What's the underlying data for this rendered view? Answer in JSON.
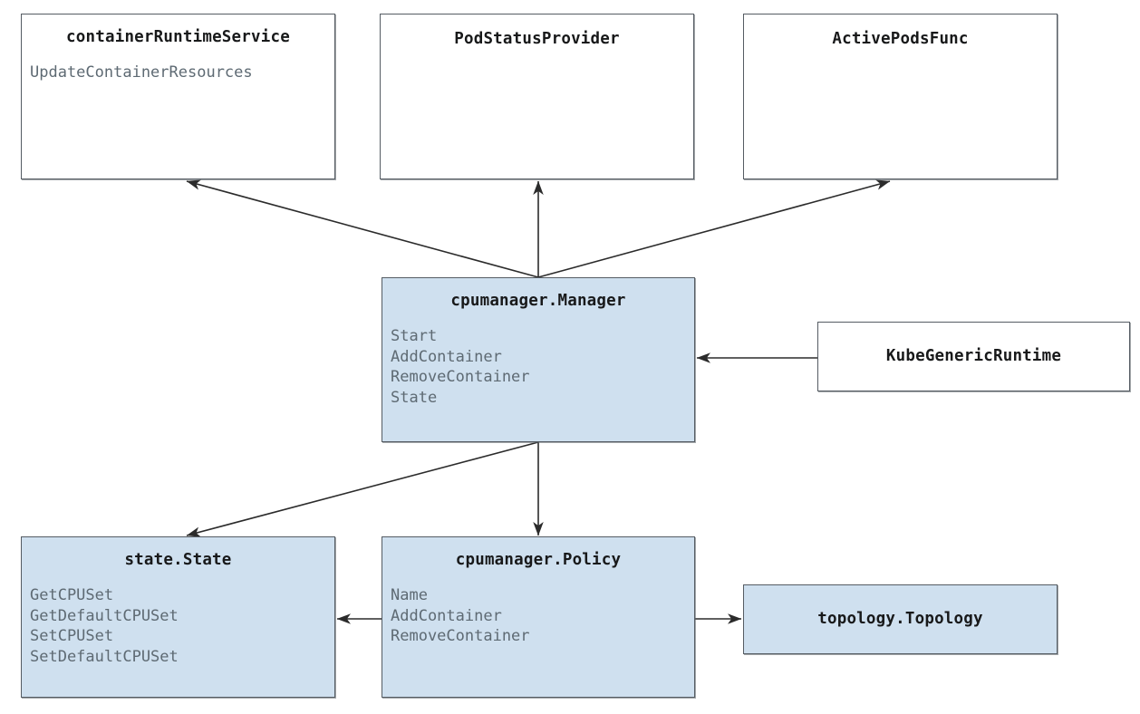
{
  "diagram": {
    "title_hidden": "",
    "colors": {
      "node_fill_plain": "#ffffff",
      "node_fill_highlight": "#cfe0ef",
      "node_border": "#555c63",
      "title_text": "#18191a",
      "method_text": "#5e6a73",
      "arrow": "#2b2b2b",
      "background": "#ffffff"
    },
    "nodes": [
      {
        "id": "containerRuntimeService",
        "title": "containerRuntimeService",
        "methods": [
          "UpdateContainerResources"
        ],
        "filled": false
      },
      {
        "id": "podStatusProvider",
        "title": "PodStatusProvider",
        "methods": [],
        "filled": false
      },
      {
        "id": "activePodsFunc",
        "title": "ActivePodsFunc",
        "methods": [],
        "filled": false
      },
      {
        "id": "cpumanagerManager",
        "title": "cpumanager.Manager",
        "methods": [
          "Start",
          "AddContainer",
          "RemoveContainer",
          "State"
        ],
        "filled": true
      },
      {
        "id": "kubeGenericRuntime",
        "title": "KubeGenericRuntime",
        "methods": [],
        "filled": false
      },
      {
        "id": "stateState",
        "title": "state.State",
        "methods": [
          "GetCPUSet",
          "GetDefaultCPUSet",
          "SetCPUSet",
          "SetDefaultCPUSet"
        ],
        "filled": true
      },
      {
        "id": "cpumanagerPolicy",
        "title": "cpumanager.Policy",
        "methods": [
          "Name",
          "AddContainer",
          "RemoveContainer"
        ],
        "filled": true
      },
      {
        "id": "topologyTopology",
        "title": "topology.Topology",
        "methods": [],
        "filled": true
      }
    ],
    "edges": [
      {
        "from": "cpumanagerManager",
        "to": "containerRuntimeService",
        "kind": "dependency-arrow"
      },
      {
        "from": "cpumanagerManager",
        "to": "podStatusProvider",
        "kind": "dependency-arrow"
      },
      {
        "from": "cpumanagerManager",
        "to": "activePodsFunc",
        "kind": "dependency-arrow"
      },
      {
        "from": "kubeGenericRuntime",
        "to": "cpumanagerManager",
        "kind": "dependency-arrow"
      },
      {
        "from": "cpumanagerManager",
        "to": "stateState",
        "kind": "dependency-arrow"
      },
      {
        "from": "cpumanagerManager",
        "to": "cpumanagerPolicy",
        "kind": "dependency-arrow"
      },
      {
        "from": "cpumanagerPolicy",
        "to": "stateState",
        "kind": "dependency-arrow"
      },
      {
        "from": "cpumanagerPolicy",
        "to": "topologyTopology",
        "kind": "dependency-arrow"
      }
    ]
  }
}
